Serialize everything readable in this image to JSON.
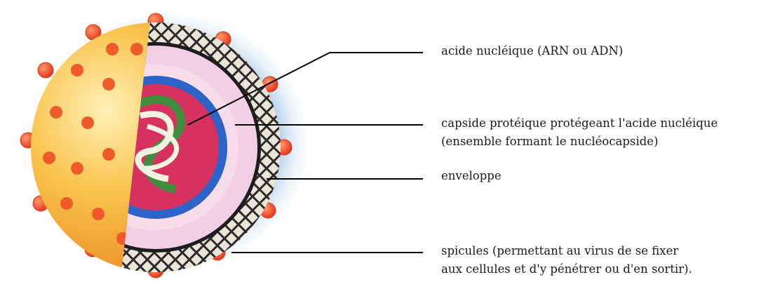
{
  "labels": {
    "nucleic_acid": "acide nucléique (ARN ou ADN)",
    "capsid": "capside protéique protégeant l'acide nucléique\n(ensemble formant le nucléocapside)",
    "envelope": "enveloppe",
    "spicules": "spicules (permettant au virus de se fixer\naux cellules et d'y pénétrer ou d'en sortir)."
  },
  "colors": {
    "background_halo": "#b9d3ec",
    "envelope_outer": "#f7b53c",
    "spicule": "#ef4d22",
    "lattice": "#2b2b2b",
    "capsid_outer": "#f3cfe6",
    "capsid_core": "#2b63c9",
    "interior": "#d7325f",
    "rna_strand": "#f2f2e0",
    "rna_green": "#3f8f3f",
    "leader_line": "#000000"
  }
}
